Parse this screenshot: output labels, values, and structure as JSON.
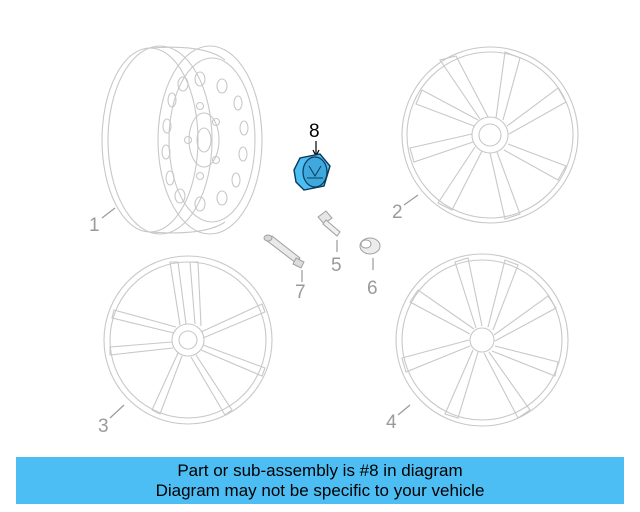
{
  "parts": [
    {
      "callout": "1"
    },
    {
      "callout": "2"
    },
    {
      "callout": "3"
    },
    {
      "callout": "4"
    },
    {
      "callout": "5"
    },
    {
      "callout": "6"
    },
    {
      "callout": "7"
    },
    {
      "callout": "8"
    }
  ],
  "highlight": {
    "callout": "8",
    "color": "#4dbef4"
  },
  "banner": {
    "line1": "Part or sub-assembly is #8 in diagram",
    "line2": "Diagram may not be specific to your vehicle",
    "background": "#4dbef4"
  }
}
